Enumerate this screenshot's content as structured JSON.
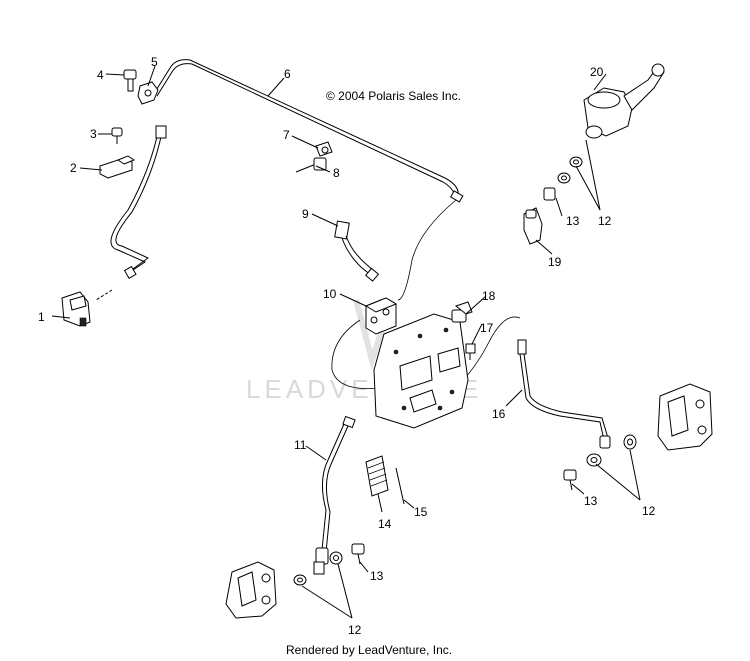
{
  "copyright": "© 2004 Polaris Sales Inc.",
  "footer": "Rendered by LeadVenture, Inc.",
  "watermark": "LEADVENTURE",
  "callouts": [
    "1",
    "2",
    "3",
    "4",
    "5",
    "6",
    "7",
    "8",
    "9",
    "10",
    "11",
    "12",
    "12",
    "12",
    "13",
    "13",
    "13",
    "14",
    "15",
    "16",
    "17",
    "18",
    "19",
    "20"
  ]
}
